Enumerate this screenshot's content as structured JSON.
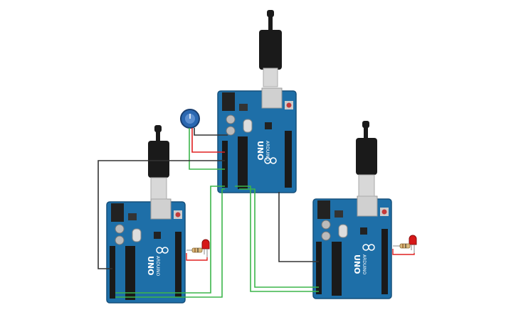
{
  "boards": [
    {
      "id": "board-center",
      "logo": "UNO",
      "brand": "ARDUINO",
      "led": false
    },
    {
      "id": "board-left",
      "logo": "UNO",
      "brand": "ARDUINO",
      "led": true
    },
    {
      "id": "board-right",
      "logo": "UNO",
      "brand": "ARDUINO",
      "led": true
    }
  ],
  "components": {
    "potentiometer": "potentiometer-icon",
    "usb_cable": "usb-cable-icon",
    "led": "red-led-icon",
    "resistor": "resistor-icon"
  },
  "colors": {
    "board": "#1e6fa8",
    "board_dark": "#16507c",
    "wire_black": "#333333",
    "wire_green": "#3bb54a",
    "wire_red": "#e02020",
    "led_red": "#d61818",
    "usb_black": "#1a1a1a",
    "usb_plug": "#d8d8d8",
    "pot_knob": "#2a67b0"
  }
}
